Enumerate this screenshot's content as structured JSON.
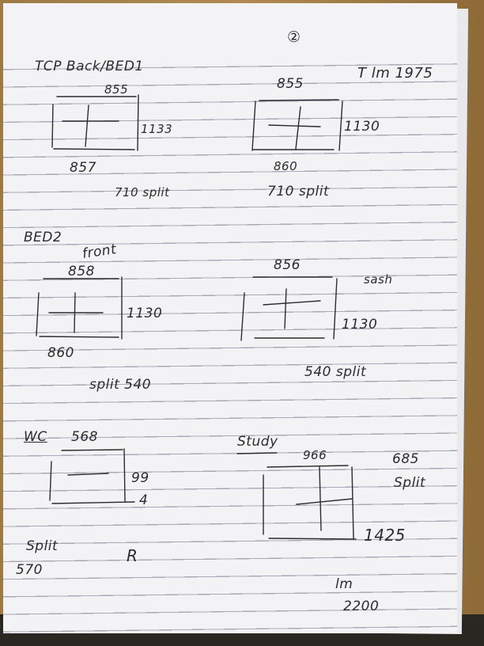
{
  "page_number": "②",
  "sections": {
    "bed1": {
      "title": "TCP Back/BED1",
      "window_a": {
        "top": "855",
        "height": "1133",
        "bottom": "857",
        "note": "710 split"
      },
      "window_b": {
        "top": "855",
        "height": "1130",
        "bottom": "860",
        "note": "710 split"
      },
      "side_note": "T lm 1975"
    },
    "bed2": {
      "title": "BED2",
      "subtitle": "front",
      "window_a": {
        "top": "858",
        "height": "1130",
        "bottom": "860",
        "note": "split 540"
      },
      "window_b": {
        "top": "856",
        "height": "1130",
        "label": "sash",
        "note": "540 split"
      }
    },
    "wc": {
      "title": "WC",
      "width": "568",
      "height_a": "99",
      "height_b": "4",
      "note_a": "Split",
      "note_b": "570",
      "mark": "R"
    },
    "study": {
      "title": "Study",
      "top": "966",
      "height": "1425",
      "note_a": "685",
      "note_b": "Split",
      "note_c": "lm",
      "note_d": "2200"
    }
  }
}
